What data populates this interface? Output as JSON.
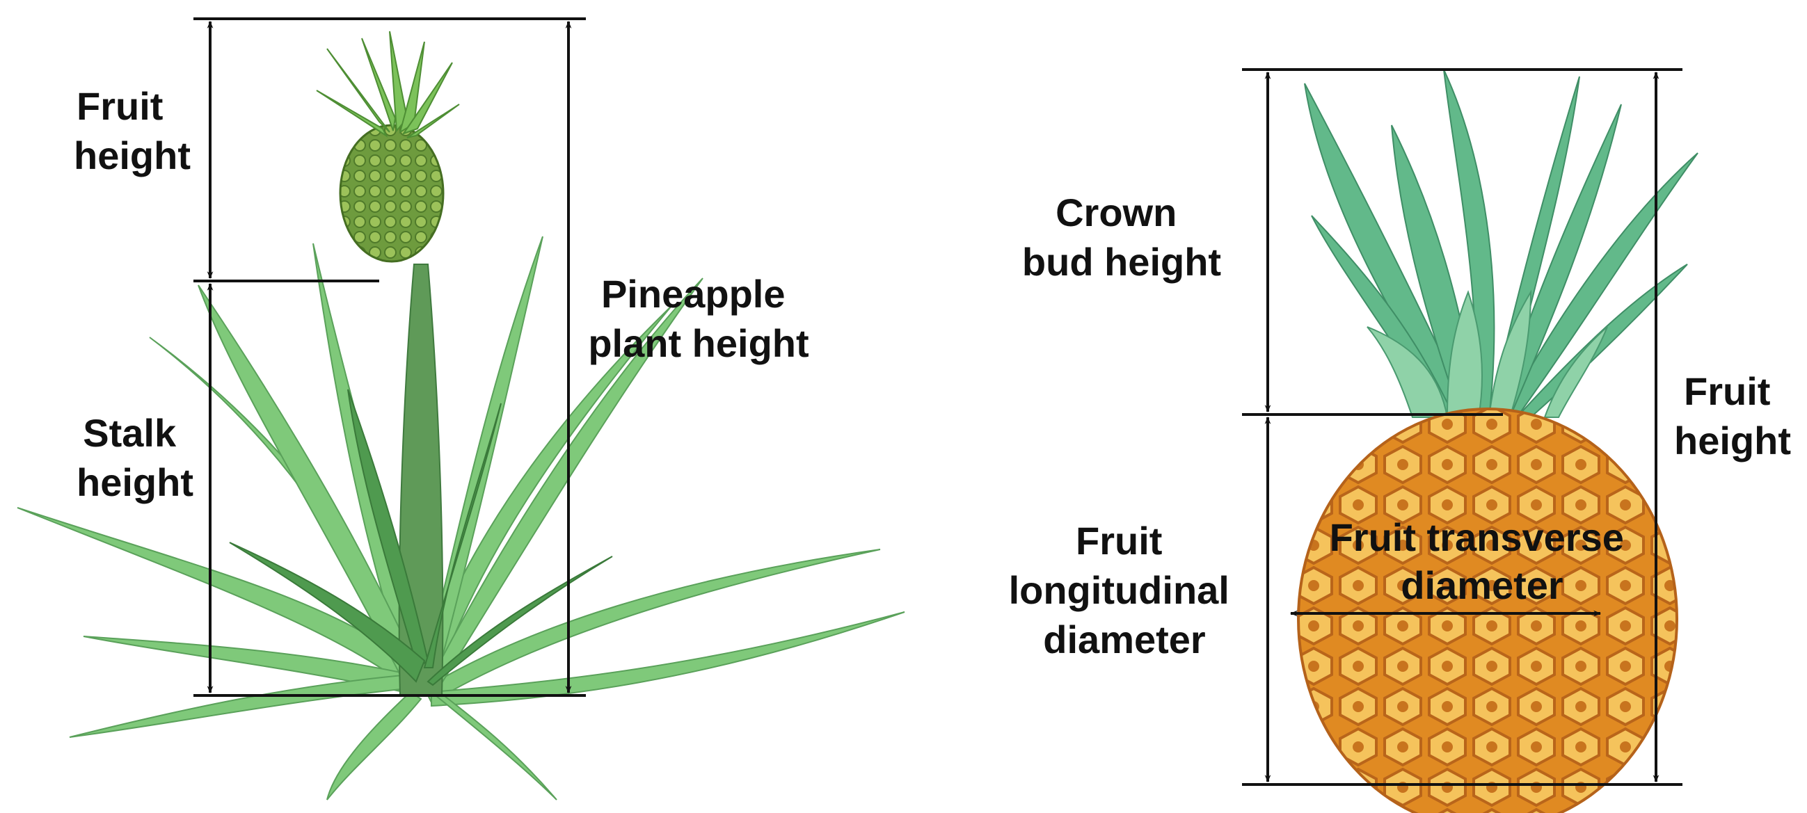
{
  "colors": {
    "line": "#111111",
    "leaf_light": "#7fc97a",
    "leaf_dark": "#3f8a45",
    "crown_teal": "#5aa878",
    "fruit_orange": "#e79a2a",
    "fruit_yellow": "#f4c35a",
    "young_fruit": "#7ea94a"
  },
  "left_panel": {
    "fruit_height": [
      "Fruit",
      "height"
    ],
    "stalk_height": [
      "Stalk",
      "height"
    ],
    "plant_height": [
      "Pineapple",
      "plant height"
    ]
  },
  "right_panel": {
    "crown_bud_height": [
      "Crown",
      "bud height"
    ],
    "fruit_longitudinal_diameter": [
      "Fruit",
      "longitudinal",
      "diameter"
    ],
    "fruit_transverse_diameter": [
      "Fruit transverse",
      "diameter"
    ],
    "fruit_height": [
      "Fruit",
      "height"
    ]
  }
}
